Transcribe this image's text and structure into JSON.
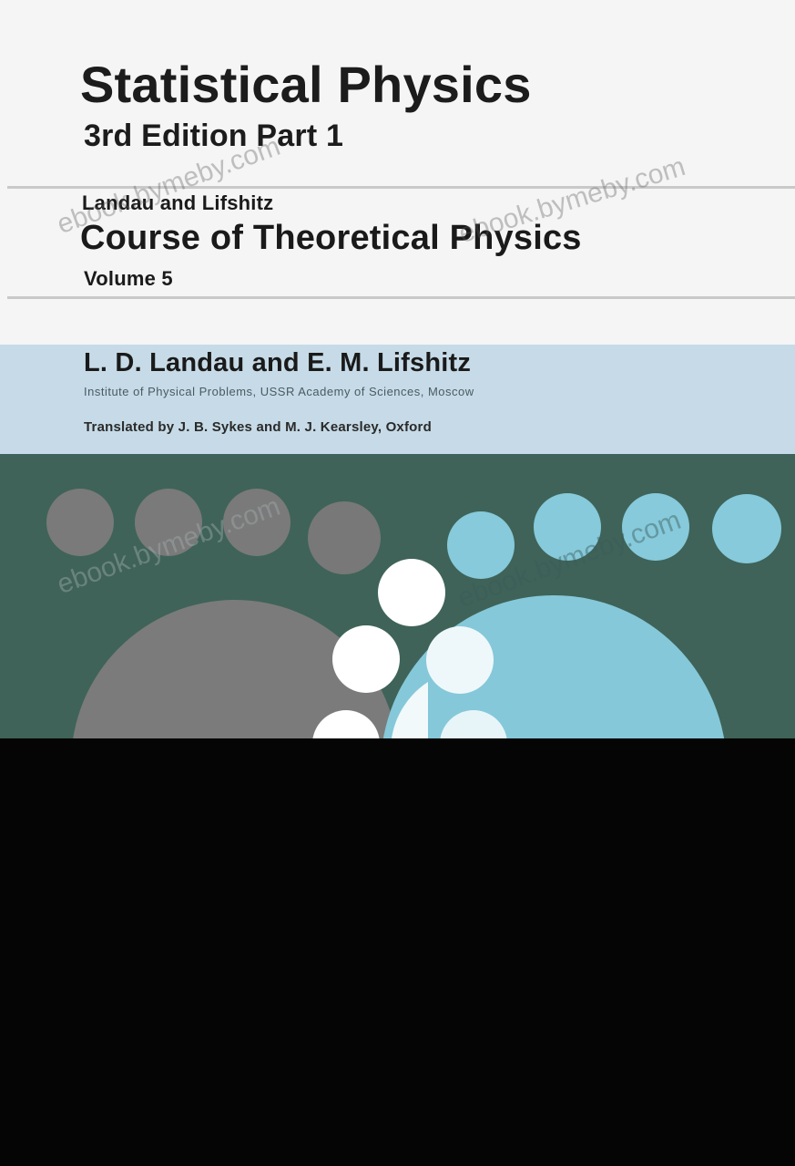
{
  "cover": {
    "title": "Statistical Physics",
    "edition": "3rd Edition Part 1",
    "series_authors": "Landau and Lifshitz",
    "series_title": "Course of Theoretical Physics",
    "volume": "Volume 5",
    "authors": "L. D. Landau and E. M. Lifshitz",
    "affiliation": "Institute of Physical Problems, USSR Academy of Sciences, Moscow",
    "translators": "Translated by J. B. Sykes and M. J. Kearsley, Oxford"
  },
  "watermark": {
    "text": "ebook.bymeby.com"
  },
  "colors": {
    "header_background": "#f5f5f5",
    "author_band": "#c6dbe7",
    "art_background": "#3f6358",
    "grey_circle": "#7a7a7a",
    "light_blue_circle": "#85cbdc",
    "white_circle": "#ffffff",
    "lower_band": "#050505"
  }
}
